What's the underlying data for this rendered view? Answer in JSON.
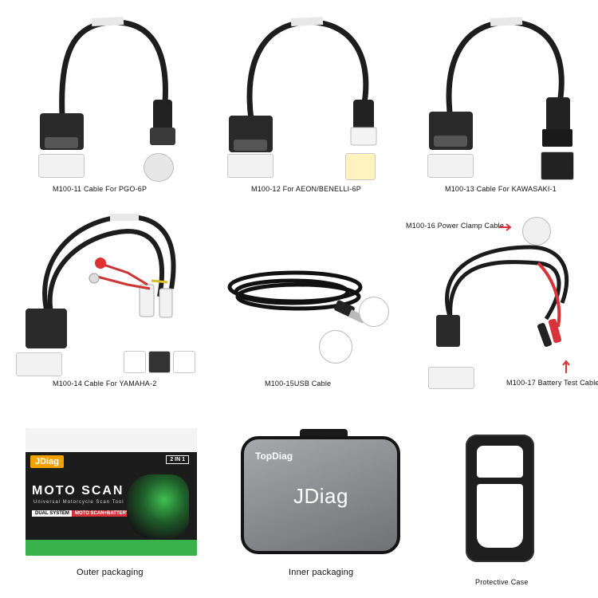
{
  "cables": {
    "m100_11": "M100-11 Cable For PGO-6P",
    "m100_12": "M100-12 For AEON/BENELLI-6P",
    "m100_13": "M100-13 Cable For KAWASAKI-1",
    "m100_14": "M100-14 Cable For YAMAHA-2",
    "m100_15": "M100-15USB Cable",
    "m100_16": "M100-16 Power Clamp Cable",
    "m100_17": "M100-17 Battery Test Cable"
  },
  "packaging": {
    "outer": "Outer packaging",
    "inner": "Inner packaging",
    "case": "Protective Case",
    "box_brand": "JDiag",
    "box_badge": "2 IN 1",
    "box_title": "MOTO SCAN",
    "box_subtitle": "Universal Motorcycle Scan Tool",
    "box_dual": "DUAL SYSTEM",
    "box_feature": "MOTO SCAN+BATTERY TESTER",
    "bag_brand_top": "TopDiag",
    "bag_brand_main": "JDiag"
  },
  "colors": {
    "box_green": "#37b24a",
    "box_dark": "#1c1c1c",
    "bag_gray": "#8a8c90",
    "clamp_red": "#d8323a"
  }
}
